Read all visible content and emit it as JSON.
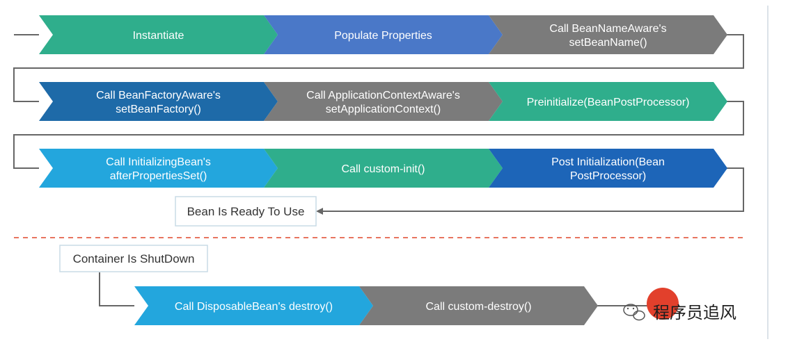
{
  "colors": {
    "green": "#2fae8c",
    "blue_mid": "#4a78c8",
    "gray": "#7b7b7b",
    "navy": "#1e6aa8",
    "cyan": "#23a6dd",
    "blue_dark": "#1d65b8",
    "connector": "#666666",
    "dashed": "#e8745f",
    "badge": "#e2402c"
  },
  "rows": [
    {
      "id": "row-1",
      "steps": [
        {
          "name": "step-instantiate",
          "lines": [
            "Instantiate"
          ],
          "color": "green"
        },
        {
          "name": "step-populate-properties",
          "lines": [
            "Populate Properties"
          ],
          "color": "blue_mid"
        },
        {
          "name": "step-set-bean-name",
          "lines": [
            "Call BeanNameAware's",
            "setBeanName()"
          ],
          "color": "gray"
        }
      ]
    },
    {
      "id": "row-2",
      "steps": [
        {
          "name": "step-set-bean-factory",
          "lines": [
            "Call BeanFactoryAware's",
            "setBeanFactory()"
          ],
          "color": "navy"
        },
        {
          "name": "step-set-application-context",
          "lines": [
            "Call ApplicationContextAware's",
            "setApplicationContext()"
          ],
          "color": "gray"
        },
        {
          "name": "step-preinitialize",
          "lines": [
            "Preinitialize(BeanPostProcessor)"
          ],
          "color": "green"
        }
      ]
    },
    {
      "id": "row-3",
      "steps": [
        {
          "name": "step-after-properties-set",
          "lines": [
            "Call InitializingBean's",
            "afterPropertiesSet()"
          ],
          "color": "cyan"
        },
        {
          "name": "step-custom-init",
          "lines": [
            "Call custom-init()"
          ],
          "color": "green"
        },
        {
          "name": "step-post-initialization",
          "lines": [
            "Post Initialization(Bean",
            "PostProcessor)"
          ],
          "color": "blue_dark"
        }
      ]
    },
    {
      "id": "row-4",
      "steps": [
        {
          "name": "step-disposable-destroy",
          "lines": [
            "Call DisposableBean's destroy()"
          ],
          "color": "cyan"
        },
        {
          "name": "step-custom-destroy",
          "lines": [
            "Call custom-destroy()"
          ],
          "color": "gray"
        }
      ]
    }
  ],
  "boxes": {
    "ready": "Bean Is Ready To Use",
    "shutdown": "Container Is ShutDown"
  },
  "watermark": {
    "text": "程序员追风",
    "icon": "wechat-icon"
  }
}
